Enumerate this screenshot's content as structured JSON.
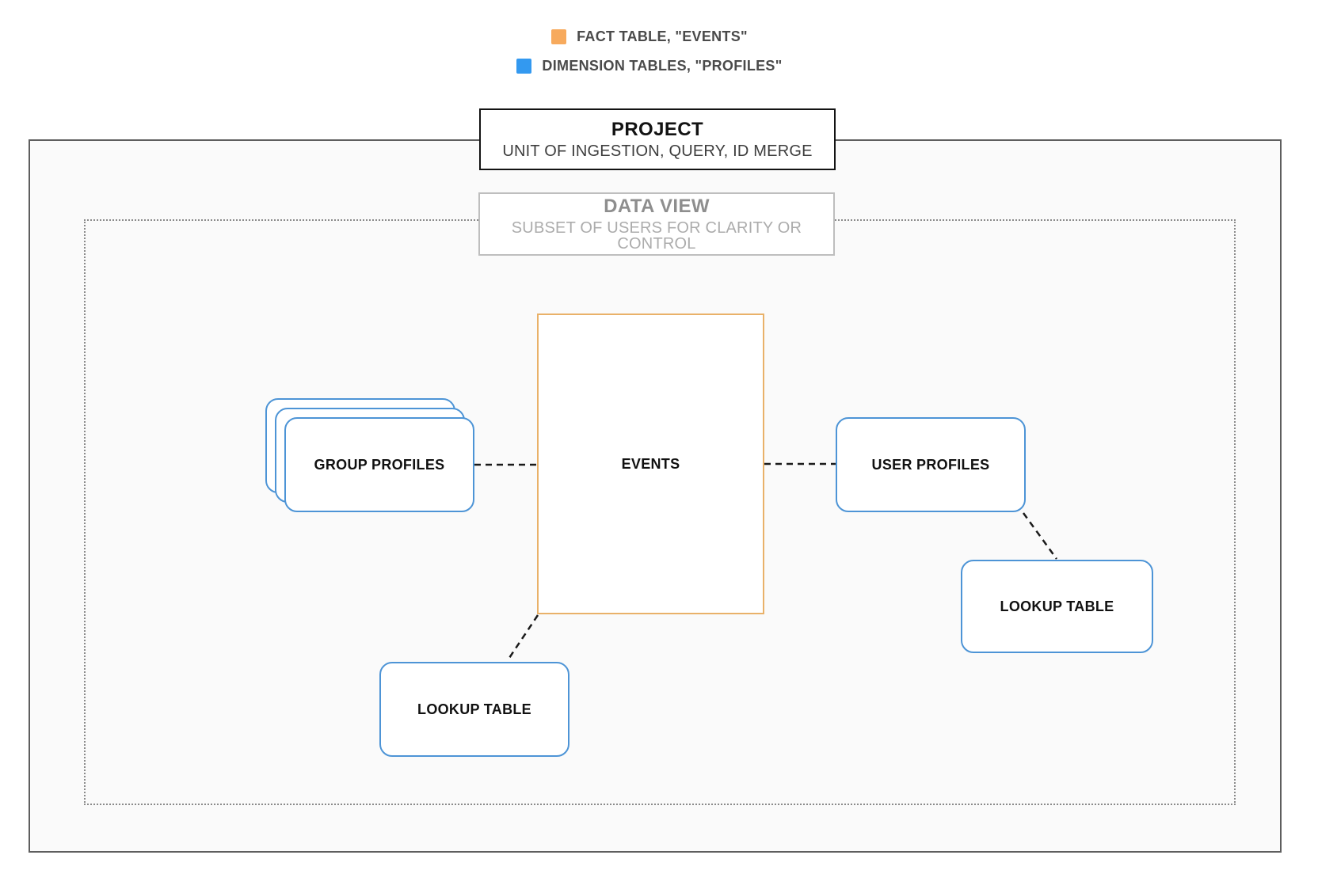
{
  "legend": {
    "items": [
      {
        "id": "fact-table",
        "label": "FACT TABLE, \"EVENTS\"",
        "color": "#F7AA5D"
      },
      {
        "id": "dimension-tables",
        "label": "DIMENSION TABLES, \"PROFILES\"",
        "color": "#3399F0"
      }
    ]
  },
  "project": {
    "title": "PROJECT",
    "subtitle": "UNIT OF INGESTION, QUERY, ID MERGE"
  },
  "data_view": {
    "title": "DATA VIEW",
    "subtitle": "SUBSET OF USERS FOR CLARITY OR CONTROL"
  },
  "nodes": {
    "events": {
      "label": "EVENTS",
      "role": "fact-table",
      "border_color": "#E9B169"
    },
    "group_profiles": {
      "label": "GROUP PROFILES",
      "role": "dimension-table",
      "stack_count": 3
    },
    "user_profiles": {
      "label": "USER PROFILES",
      "role": "dimension-table"
    },
    "lookup_table_right": {
      "label": "LOOKUP TABLE",
      "role": "dimension-table"
    },
    "lookup_table_bottom": {
      "label": "LOOKUP TABLE",
      "role": "dimension-table"
    }
  },
  "connections": [
    {
      "from": "group_profiles",
      "to": "events",
      "style": "dashed"
    },
    {
      "from": "events",
      "to": "user_profiles",
      "style": "dashed"
    },
    {
      "from": "user_profiles",
      "to": "lookup_table_right",
      "style": "dashed"
    },
    {
      "from": "events",
      "to": "lookup_table_bottom",
      "style": "dashed"
    }
  ],
  "colors": {
    "fact_accent": "#F7AA5D",
    "fact_border": "#E9B169",
    "dimension_accent": "#3399F0",
    "dimension_border": "#4D94D6",
    "connector": "#1A1A1A"
  }
}
